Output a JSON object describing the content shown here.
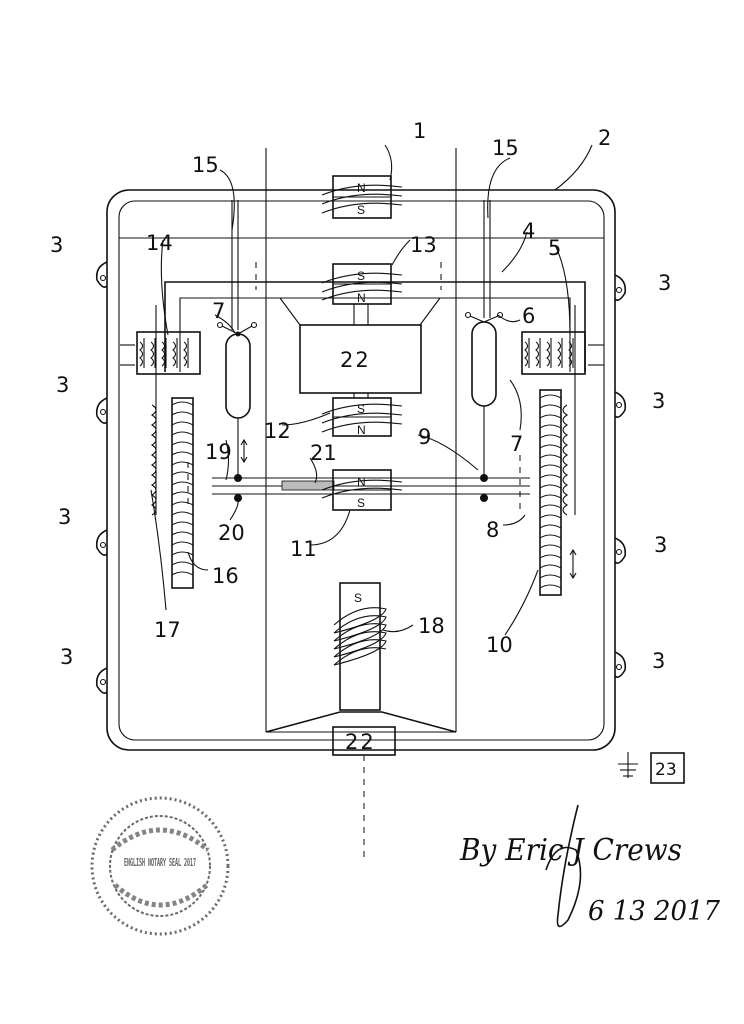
{
  "labels": {
    "n1": "1",
    "n2": "2",
    "n3": "3",
    "n4": "4",
    "n5": "5",
    "n6": "6",
    "n7": "7",
    "n8": "8",
    "n9": "9",
    "n10": "10",
    "n11": "11",
    "n12": "12",
    "n13": "13",
    "n14": "14",
    "n15": "15",
    "n16": "16",
    "n17": "17",
    "n18": "18",
    "n19": "19",
    "n20": "20",
    "n21": "21",
    "n22": "22",
    "n23": "23"
  },
  "poles": {
    "north": "N",
    "south": "S"
  },
  "signature": {
    "text": "By Eric J Crews",
    "date": "6 13 2017"
  },
  "stamp": {
    "text": "ENGLISH NOTARY SEAL 2017"
  }
}
